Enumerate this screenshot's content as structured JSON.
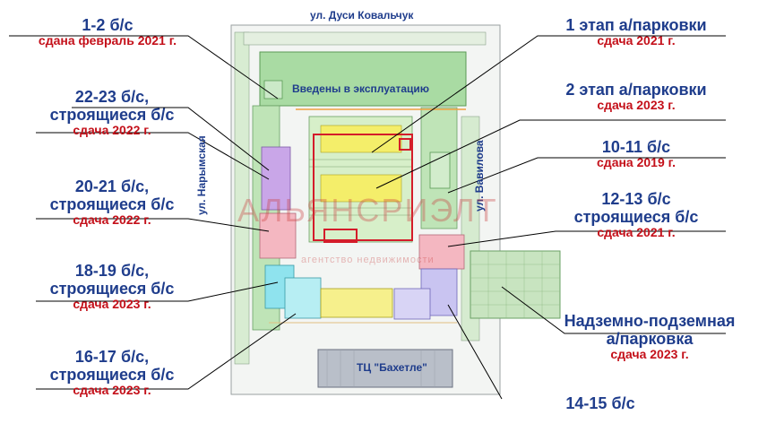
{
  "streets": {
    "north": "ул. Дуси Ковальчук",
    "west": "ул. Нарымская",
    "east": "ул. Вавилова"
  },
  "plan": {
    "commissioned": "Введены в эксплуатацию",
    "mall": "ТЦ \"Бахетле\""
  },
  "watermark": {
    "name": "АЛЬЯНСРИЭЛТ",
    "sub": "агентство недвижимости"
  },
  "labels": {
    "b1_2": {
      "title": "1-2 б/с",
      "status": "сдана  февраль 2021 г."
    },
    "b22_23": {
      "title": "22-23 б/с,",
      "title2": "строящиеся б/с",
      "status": "сдача 2022 г."
    },
    "b20_21": {
      "title": "20-21 б/с,",
      "title2": "строящиеся б/с",
      "status": "сдача 2022 г."
    },
    "b18_19": {
      "title": "18-19 б/с,",
      "title2": "строящиеся б/с",
      "status": "сдача 2023 г."
    },
    "b16_17": {
      "title": "16-17 б/с,",
      "title2": "строящиеся б/с",
      "status": "сдача 2023 г."
    },
    "park1": {
      "title": "1 этап а/парковки",
      "status": "сдача 2021 г."
    },
    "park2": {
      "title": "2 этап а/парковки",
      "status": "сдача 2023 г."
    },
    "b10_11": {
      "title": "10-11 б/с",
      "status": "сдана 2019 г."
    },
    "b12_13": {
      "title": "12-13 б/с",
      "title2": "строящиеся б/с",
      "status": "сдача   2021 г."
    },
    "parking_under": {
      "title": "Надземно-подземная",
      "title2": "а/парковка",
      "status": "сдача 2023 г."
    },
    "b14_15": {
      "title": "14-15 б/с"
    }
  },
  "colors": {
    "label_blue": "#1f3d8c",
    "status_red": "#c4101a",
    "green_area": "#9fd79a",
    "purple_block": "#c9a6e8",
    "pink_block": "#f4b7c1",
    "cyan_block": "#8fe3ee",
    "yellow_block": "#f4ee6a",
    "lavender_block": "#c9c4f1"
  }
}
